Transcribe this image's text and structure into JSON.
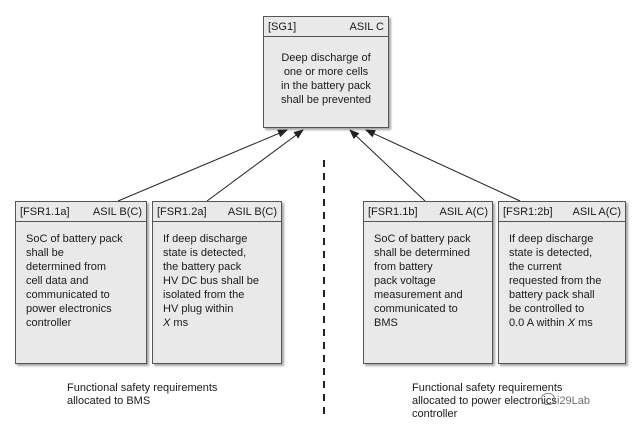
{
  "goal": {
    "id": "[SG1]",
    "asil": "ASIL C",
    "lines": [
      "Deep discharge of",
      "one or more cells",
      "in the battery pack",
      "shall be prevented"
    ]
  },
  "requirements": [
    {
      "id": "[FSR1.1a]",
      "asil": "ASIL B(C)",
      "lines": [
        "SoC of battery pack",
        "shall be",
        "determined from",
        "cell data and",
        "communicated to",
        "power electronics",
        "controller"
      ]
    },
    {
      "id": "[FSR1.2a]",
      "asil": "ASIL B(C)",
      "lines": [
        "If deep discharge",
        "state is detected,",
        "the battery pack",
        "HV DC bus shall be",
        "isolated from the",
        "HV plug within",
        "X ms"
      ]
    },
    {
      "id": "[FSR1.1b]",
      "asil": "ASIL A(C)",
      "lines": [
        "SoC of battery pack",
        "shall be determined",
        "from battery",
        "pack voltage",
        "measurement and",
        "communicated to",
        "BMS"
      ]
    },
    {
      "id": "[FSR1:2b]",
      "asil": "ASIL A(C)",
      "lines": [
        "If deep discharge",
        "state is detected,",
        "the current",
        "requested from the",
        "battery pack shall",
        "be controlled to",
        "0.0 A within X ms"
      ]
    }
  ],
  "captions": {
    "left": [
      "Functional safety requirements",
      "allocated to BMS"
    ],
    "right": [
      "Functional safety requirements",
      "allocated to power electronics",
      "controller"
    ]
  },
  "watermark": "i29Lab"
}
